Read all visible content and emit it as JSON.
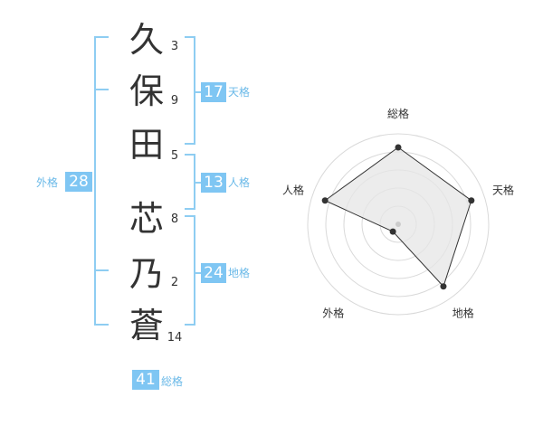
{
  "name": {
    "chars": [
      "久",
      "保",
      "田",
      "芯",
      "乃",
      "蒼"
    ],
    "strokes": [
      "3",
      "9",
      "5",
      "8",
      "2",
      "14"
    ]
  },
  "kaku": {
    "tenkaku": {
      "value": "17",
      "label": "天格"
    },
    "jinkaku": {
      "value": "13",
      "label": "人格"
    },
    "chikaku": {
      "value": "24",
      "label": "地格"
    },
    "gaikaku": {
      "value": "28",
      "label": "外格"
    },
    "soukaku": {
      "value": "41",
      "label": "総格"
    }
  },
  "colors": {
    "accent": "#7fc6f3",
    "bracket": "#8ecdf2",
    "label": "#6ab9e8",
    "text": "#333333",
    "radar_fill": "#e6e6e6",
    "radar_ring": "#d9d9d9"
  },
  "chart_data": {
    "type": "radar",
    "axes": [
      "総格",
      "天格",
      "地格",
      "外格",
      "人格"
    ],
    "values": [
      0.85,
      0.85,
      0.85,
      0.1,
      0.85
    ],
    "range": [
      0,
      1
    ],
    "rings": 5
  }
}
